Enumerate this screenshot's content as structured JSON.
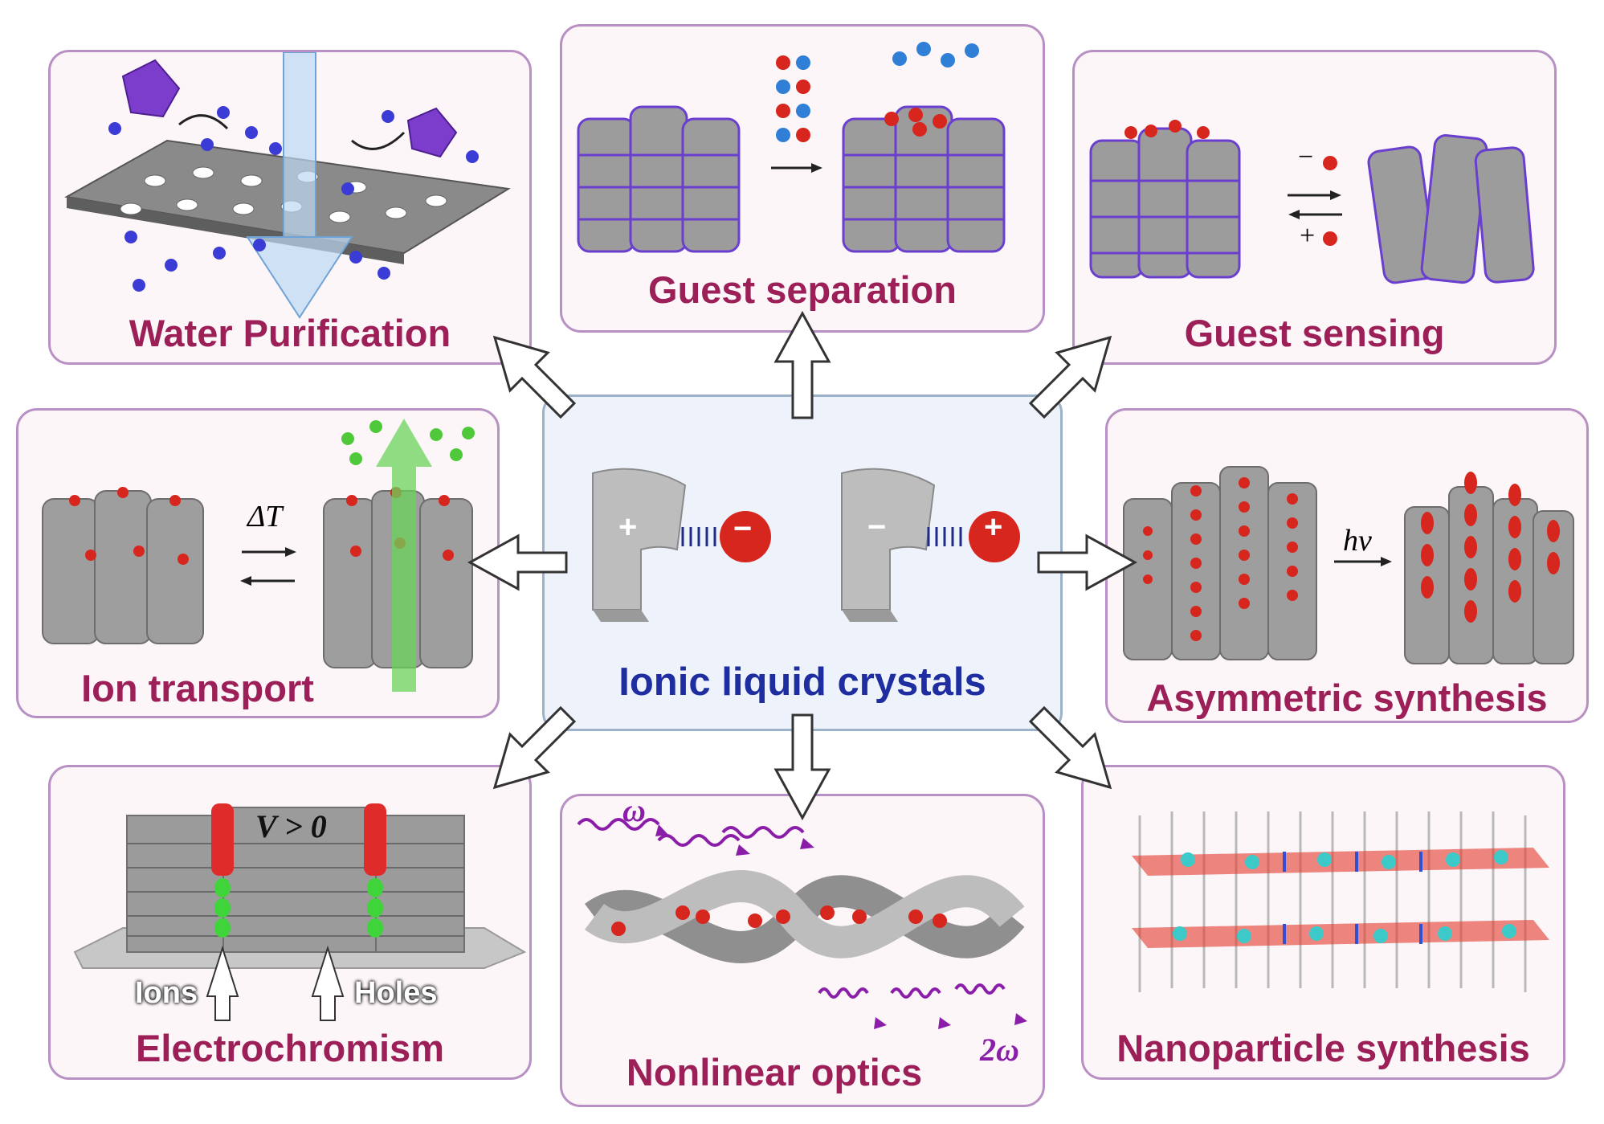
{
  "center": {
    "label": "Ionic liquid crystals",
    "plus": "+",
    "minus": "−"
  },
  "panels": {
    "water_purification": "Water Purification",
    "guest_separation": "Guest separation",
    "guest_sensing": "Guest sensing",
    "ion_transport": "Ion transport",
    "asymmetric_synthesis": "Asymmetric synthesis",
    "electrochromism": "Electrochromism",
    "nonlinear_optics": "Nonlinear optics",
    "nanoparticle_synthesis": "Nanoparticle synthesis"
  },
  "annotations": {
    "delta_t": "ΔT",
    "hv": "hv",
    "v_gt_0": "V > 0",
    "ions": "Ions",
    "holes": "Holes",
    "omega": "ω",
    "two_omega": "2ω",
    "minus_guest": "−",
    "plus_guest": "+"
  },
  "colors": {
    "panel_border": "#b890c4",
    "label_text": "#9c1f58",
    "center_text": "#1e2ea0",
    "ion_red": "#d7261e",
    "linker_purple": "#6a3fd0"
  }
}
